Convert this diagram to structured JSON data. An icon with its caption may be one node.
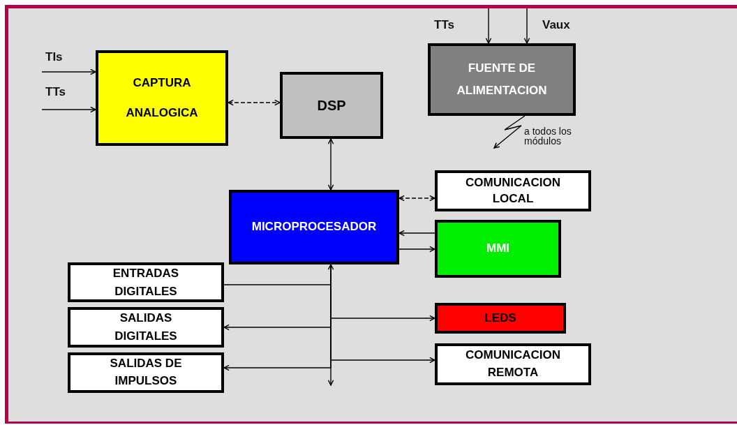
{
  "diagram": {
    "nodes": [
      {
        "text": [
          "CAPTURA ANALOGICA"
        ]
      },
      {
        "text": [
          "DSP"
        ]
      },
      {
        "text": [
          "FUENTE DE ALIMENTACION"
        ]
      },
      {
        "text": [
          "MICROPROCESADOR"
        ]
      },
      {
        "text": [
          "COMUNICACION LOCAL"
        ]
      },
      {
        "text": [
          "MMI"
        ]
      },
      {
        "text": [
          "ENTRADAS DIGITALES"
        ]
      },
      {
        "text": [
          "SALIDAS DIGITALES"
        ]
      },
      {
        "text": [
          "SALIDAS DE IMPULSOS"
        ]
      },
      {
        "text": [
          "LEDS"
        ]
      },
      {
        "text": [
          "COMUNICACION REMOTA"
        ]
      }
    ],
    "edges": [
      {
        "from": null,
        "to": 0,
        "arrow": "to"
      },
      {
        "from": null,
        "to": 0,
        "arrow": "to"
      },
      {
        "from": null,
        "to": 2,
        "arrow": "to"
      },
      {
        "from": null,
        "to": 2,
        "arrow": "to"
      },
      {
        "from": 0,
        "to": 1,
        "arrow": "both",
        "style": "dashed"
      },
      {
        "from": 1,
        "to": 3,
        "arrow": "both"
      },
      {
        "from": 3,
        "to": 4,
        "arrow": "both",
        "style": "dashed"
      },
      {
        "from": 5,
        "to": 3,
        "arrow": "to"
      },
      {
        "from": 3,
        "to": 5,
        "arrow": "to"
      },
      {
        "from": 6,
        "to": 3,
        "arrow": "to"
      },
      {
        "from": 3,
        "to": 7,
        "arrow": "to"
      },
      {
        "from": 3,
        "to": 8,
        "arrow": "to"
      },
      {
        "from": 3,
        "to": 9,
        "arrow": "to"
      },
      {
        "from": 3,
        "to": 10,
        "arrow": "to"
      },
      {
        "from": 3,
        "to": null,
        "arrow": "to"
      },
      {
        "from": 2,
        "to": null,
        "arrow": "to",
        "label": "a todos los módulos"
      }
    ],
    "labels": [
      "TTs",
      "Vaux",
      "TIs",
      "TTs"
    ]
  }
}
